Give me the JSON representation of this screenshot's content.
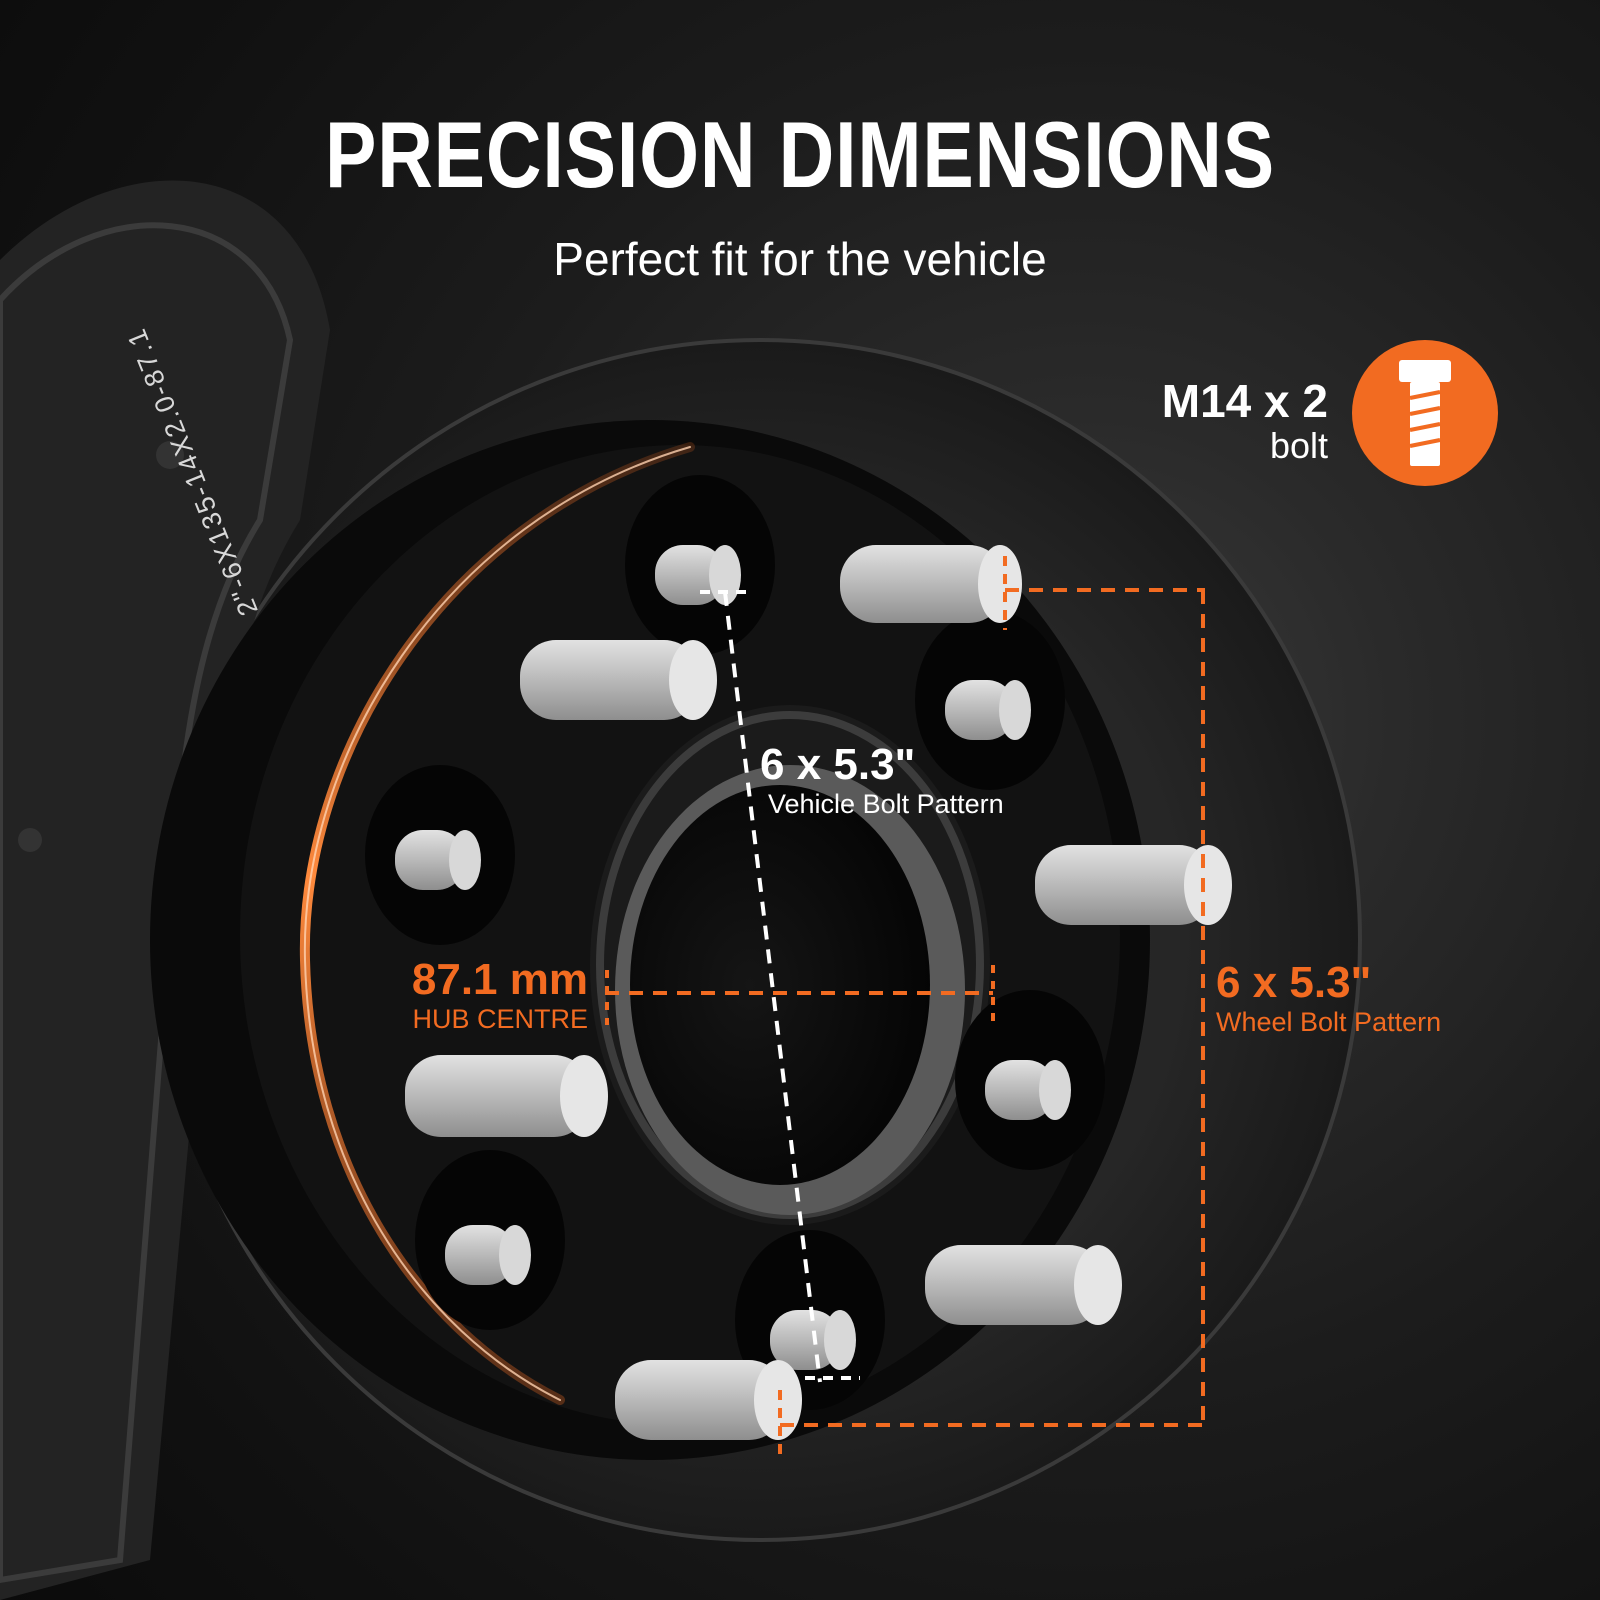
{
  "headline": {
    "title": "PRECISION DIMENSIONS",
    "subtitle": "Perfect fit for the vehicle"
  },
  "bolt_spec": {
    "value": "M14 x 2",
    "unit": "bolt",
    "icon": "bolt-icon"
  },
  "dimensions": {
    "vehicle_bolt_pattern": {
      "value": "6 x 5.3\"",
      "caption": "Vehicle Bolt Pattern"
    },
    "hub_centre": {
      "value": "87.1 mm",
      "caption": "HUB CENTRE"
    },
    "wheel_bolt_pattern": {
      "value": "6 x 5.3\"",
      "caption": "Wheel Bolt Pattern"
    }
  },
  "spacer_engraving": "2\"-6X135-14X2.0-87.1",
  "colors": {
    "accent": "#f26b21",
    "background": "#1a1a1a",
    "spacer_body": "#0e0e0e",
    "stud": "#c9c9c9",
    "text": "#ffffff"
  }
}
